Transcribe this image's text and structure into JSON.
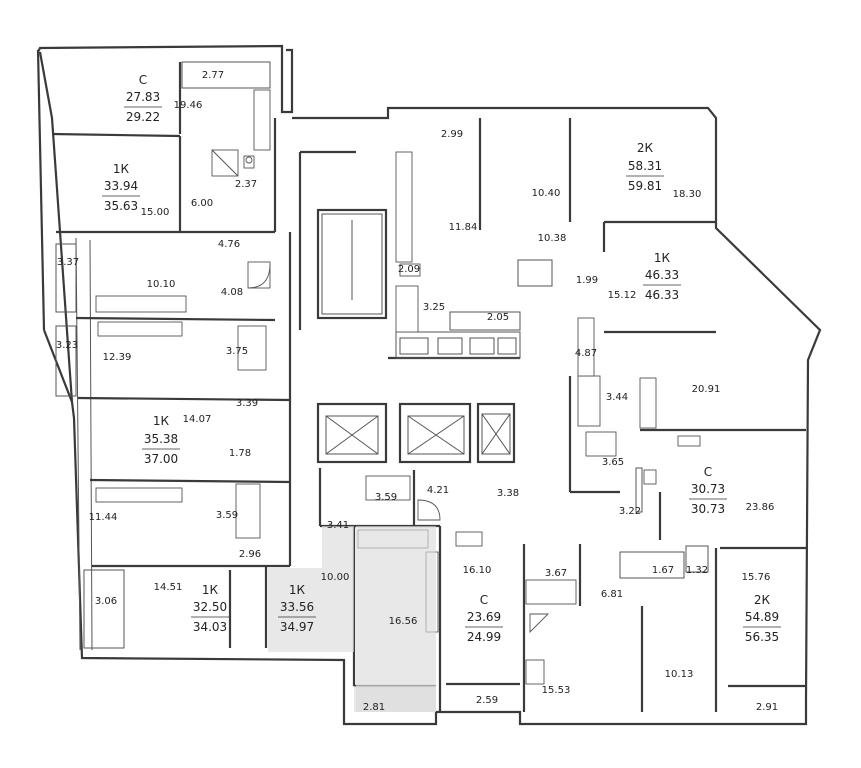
{
  "apartments": [
    {
      "id": "a1",
      "type": "С",
      "area": "27.83",
      "total": "29.22"
    },
    {
      "id": "a2",
      "type": "1К",
      "area": "33.94",
      "total": "35.63"
    },
    {
      "id": "a3",
      "type": "1К",
      "area": "35.38",
      "total": "37.00"
    },
    {
      "id": "a4",
      "type": "1К",
      "area": "32.50",
      "total": "34.03"
    },
    {
      "id": "a5",
      "type": "1К",
      "area": "33.56",
      "total": "34.97"
    },
    {
      "id": "a6",
      "type": "С",
      "area": "23.69",
      "total": "24.99"
    },
    {
      "id": "a7",
      "type": "2К",
      "area": "58.31",
      "total": "59.81"
    },
    {
      "id": "a8",
      "type": "1К",
      "area": "46.33",
      "total": "46.33"
    },
    {
      "id": "a9",
      "type": "С",
      "area": "30.73",
      "total": "30.73"
    },
    {
      "id": "a10",
      "type": "2К",
      "area": "54.89",
      "total": "56.35"
    }
  ],
  "rooms": [
    "2.77",
    "19.46",
    "2.37",
    "6.00",
    "15.00",
    "4.76",
    "3.37",
    "10.10",
    "4.08",
    "3.23",
    "12.39",
    "3.75",
    "3.39",
    "14.07",
    "1.78",
    "11.44",
    "3.59",
    "2.96",
    "3.06",
    "14.51",
    "3.41",
    "10.00",
    "3.59",
    "4.21",
    "3.38",
    "16.56",
    "16.10",
    "2.81",
    "2.59",
    "2.99",
    "10.40",
    "18.30",
    "11.84",
    "10.38",
    "2.09",
    "3.25",
    "2.05",
    "1.99",
    "15.12",
    "4.87",
    "20.91",
    "3.44",
    "3.65",
    "3.22",
    "23.86",
    "3.67",
    "1.67",
    "1.32",
    "15.76",
    "6.81",
    "15.53",
    "10.13",
    "2.91"
  ]
}
